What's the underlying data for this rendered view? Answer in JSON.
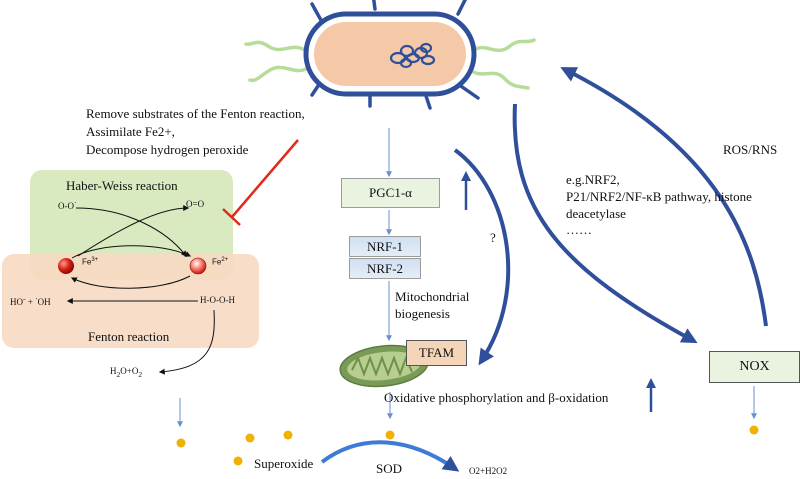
{
  "colors": {
    "haber_weiss_bg": "#d9eac0",
    "fenton_bg": "#f7d8c2",
    "box_green": "#e9f3e0",
    "box_blue": "#d6e4f3",
    "tfam_bg": "#f5d5b8",
    "arrow_blue": "#2f4f9a",
    "thin_arrow": "#6a8fcf",
    "inhibit_red": "#e12a1a",
    "particle": "#f2b000",
    "bacterium_outline": "#2f4f9a",
    "bacterium_fill": "#f5c9a8",
    "flagella": "#b6dc9a",
    "mitochondrion": "#7a9a57"
  },
  "intervention_text": [
    "Remove substrates of the Fenton reaction,",
    "Assimilate Fe2+,",
    "Decompose hydrogen peroxide"
  ],
  "haber_weiss": {
    "title": "Haber-Weiss reaction",
    "left_species": "O-O",
    "left_species_sup": "·",
    "right_species": "O=O"
  },
  "iron": {
    "fe3_label": "Fe",
    "fe3_charge": "3+",
    "fe2_label": "Fe",
    "fe2_charge": "2+"
  },
  "fenton": {
    "title": "Fenton reaction",
    "products": "HO + OH",
    "products_sup_1": "-",
    "products_sup_2": "·",
    "peroxide": "H-O-O-H",
    "decomposition_base": "H",
    "decomposition_sub1": "2",
    "decomposition_mid": "O+O",
    "decomposition_sub2": "2"
  },
  "pathway": {
    "pgc1a": "PGC1-α",
    "nrf1": "NRF-1",
    "nrf2": "NRF-2",
    "mito_label": [
      "Mitochondrial",
      "biogenesis"
    ],
    "tfam": "TFAM",
    "question_mark": "?",
    "oxphos": "Oxidative phosphorylation and β-oxidation"
  },
  "signaling_text": [
    "e.g.NRF2,",
    "P21/NRF2/NF-κB pathway, histone",
    "deacetylase",
    "……"
  ],
  "ros_label": "ROS/RNS",
  "nox_label": "NOX",
  "bottom": {
    "superoxide": "Superoxide",
    "sod": "SOD",
    "product": "O2+H2O2"
  }
}
